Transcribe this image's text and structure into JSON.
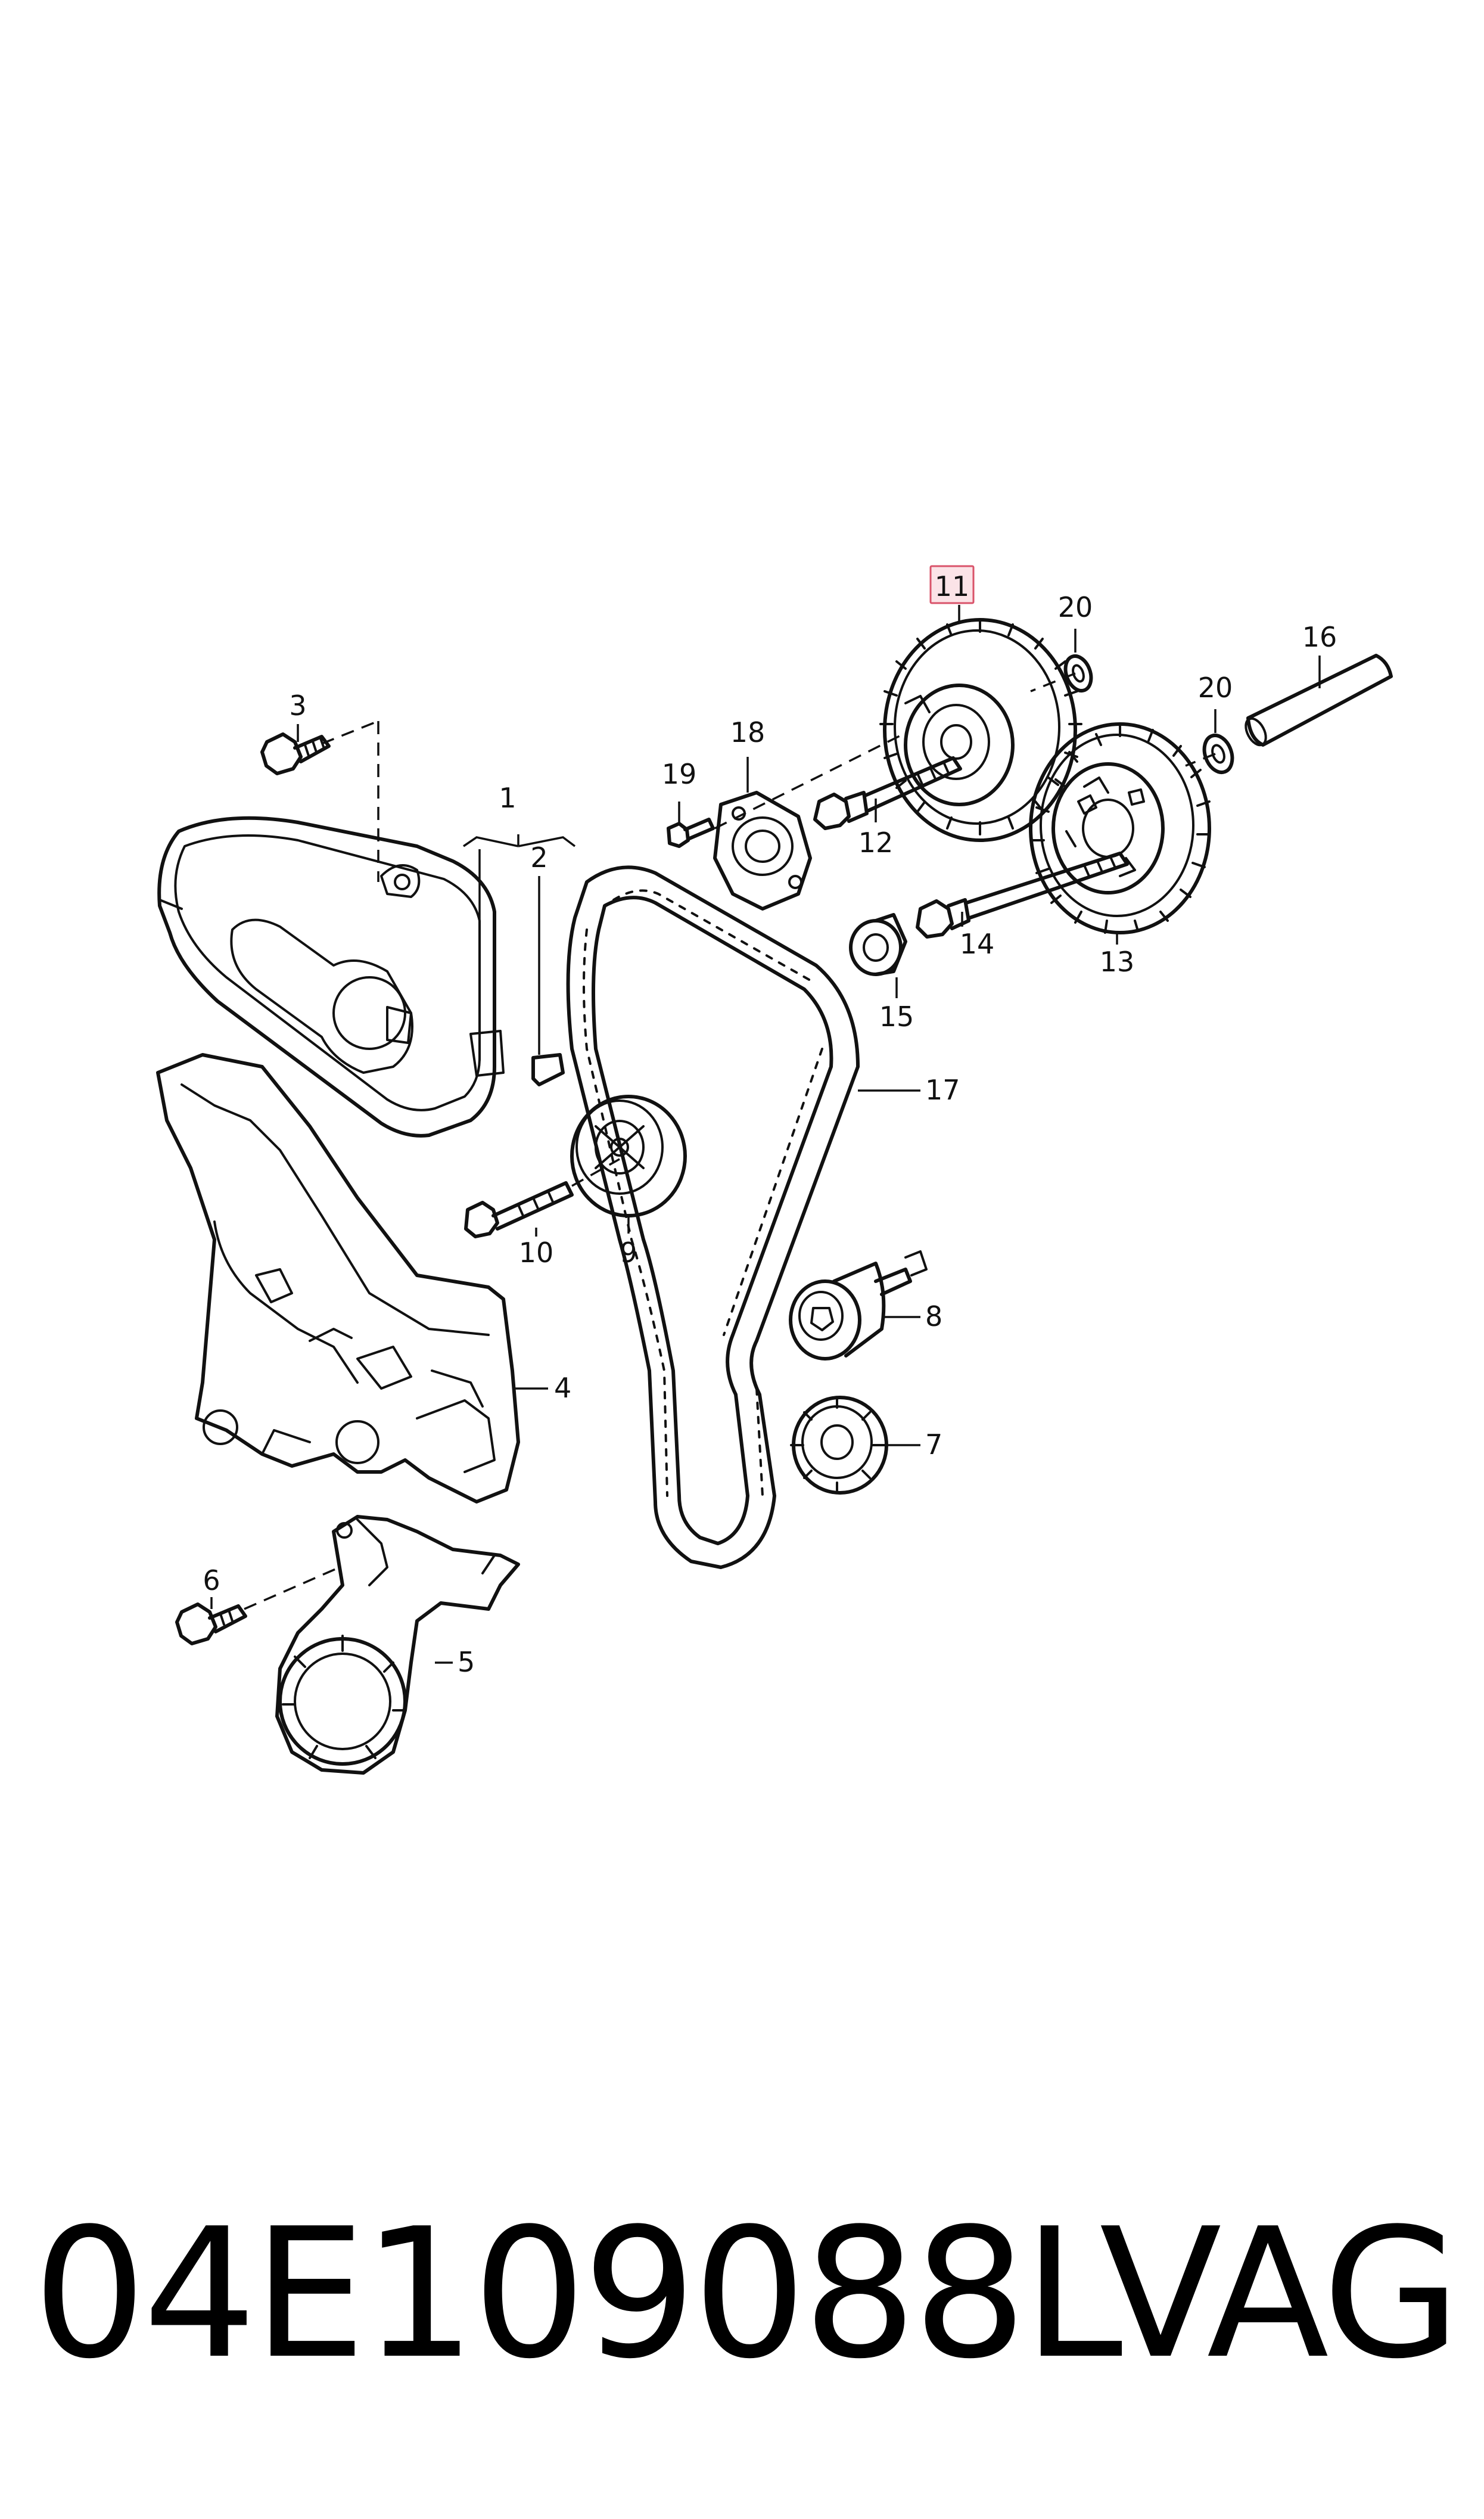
{
  "callouts": {
    "c1": "1",
    "c2": "2",
    "c3": "3",
    "c4": "4",
    "c5": "5",
    "c6": "6",
    "c7": "7",
    "c8": "8",
    "c9": "9",
    "c10": "10",
    "c11": "11",
    "c12": "12",
    "c13": "13",
    "c14": "14",
    "c15": "15",
    "c16": "16",
    "c17": "17",
    "c18": "18",
    "c19": "19",
    "c20a": "20",
    "c20b": "20"
  },
  "highlight": {
    "part": "11",
    "border_color": "#d9536a",
    "fill_color": "#fbe3e7"
  },
  "footer": {
    "part_number": "04E109088L",
    "brand": "VAG"
  }
}
